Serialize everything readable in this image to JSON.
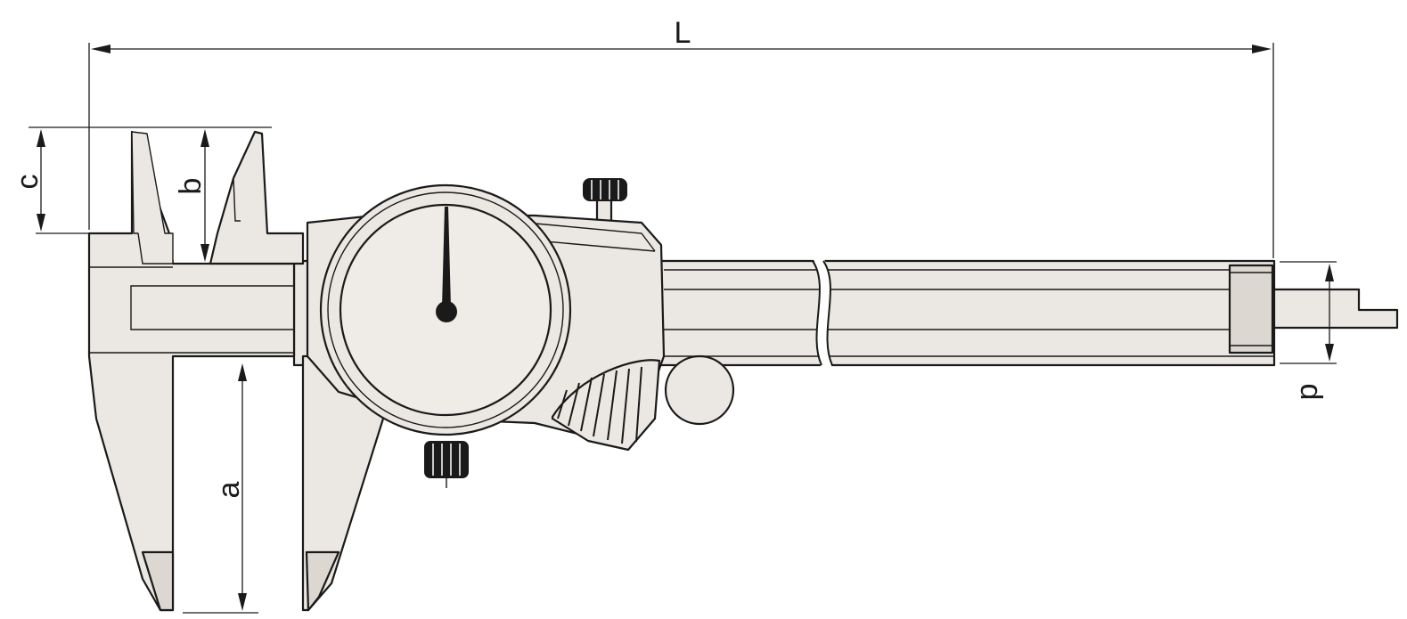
{
  "dimensions": {
    "overall_length": "L",
    "inside_jaw_depth": "b",
    "inside_jaw_height": "c",
    "outside_jaw_depth": "a",
    "beam_height": "d"
  }
}
